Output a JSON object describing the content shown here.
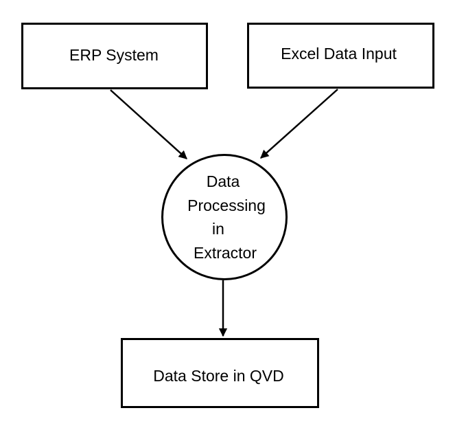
{
  "nodes": {
    "erp": {
      "label": "ERP System"
    },
    "excel": {
      "label": "Excel Data Input"
    },
    "processing": {
      "lines": [
        "Data",
        "Processing",
        "in",
        "Extractor"
      ]
    },
    "store": {
      "label": "Data Store in QVD"
    }
  },
  "edges": [
    {
      "from": "erp",
      "to": "processing"
    },
    {
      "from": "excel",
      "to": "processing"
    },
    {
      "from": "processing",
      "to": "store"
    }
  ],
  "colors": {
    "stroke": "#000000",
    "background": "#ffffff"
  }
}
